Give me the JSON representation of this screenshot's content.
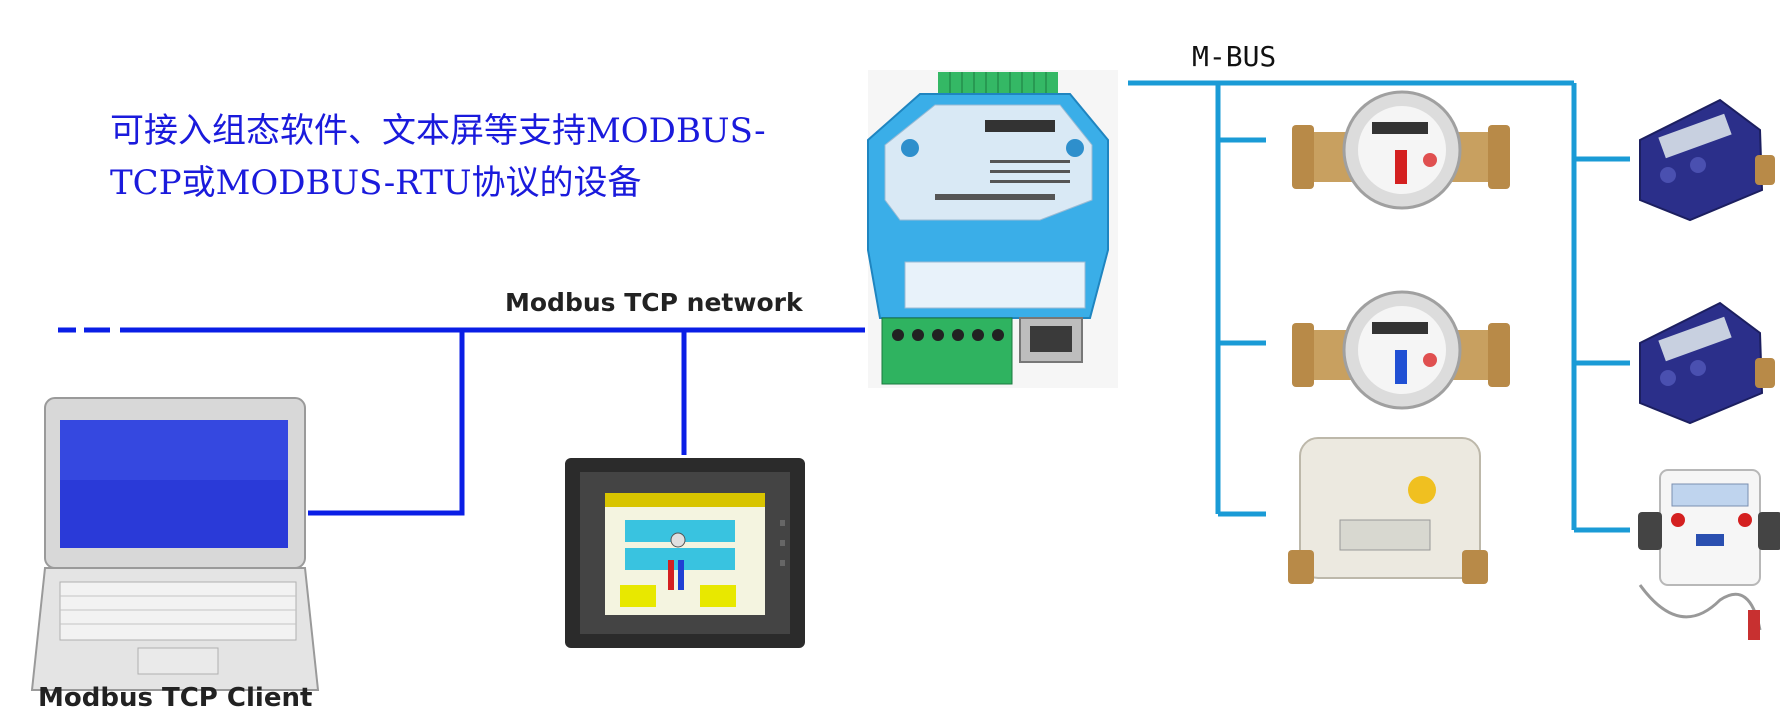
{
  "caption_line1": "可接入组态软件、文本屏等支持MODBUS-",
  "caption_line2": "TCP或MODBUS-RTU协议的设备",
  "network_label": "Modbus TCP network",
  "mbus_label": "M-BUS",
  "client_label": "Modbus TCP Client",
  "colors": {
    "tcp_line": "#0a1ee6",
    "mbus_line": "#1a9bd6",
    "caption": "#1a1adc"
  },
  "icons": [
    "laptop-icon",
    "hmi-touch-panel-icon",
    "gateway-converter-icon",
    "water-meter-red-icon",
    "water-meter-blue-icon",
    "heat-meter-icon",
    "blue-meter-icon",
    "blue-meter-icon",
    "white-heat-meter-icon"
  ]
}
